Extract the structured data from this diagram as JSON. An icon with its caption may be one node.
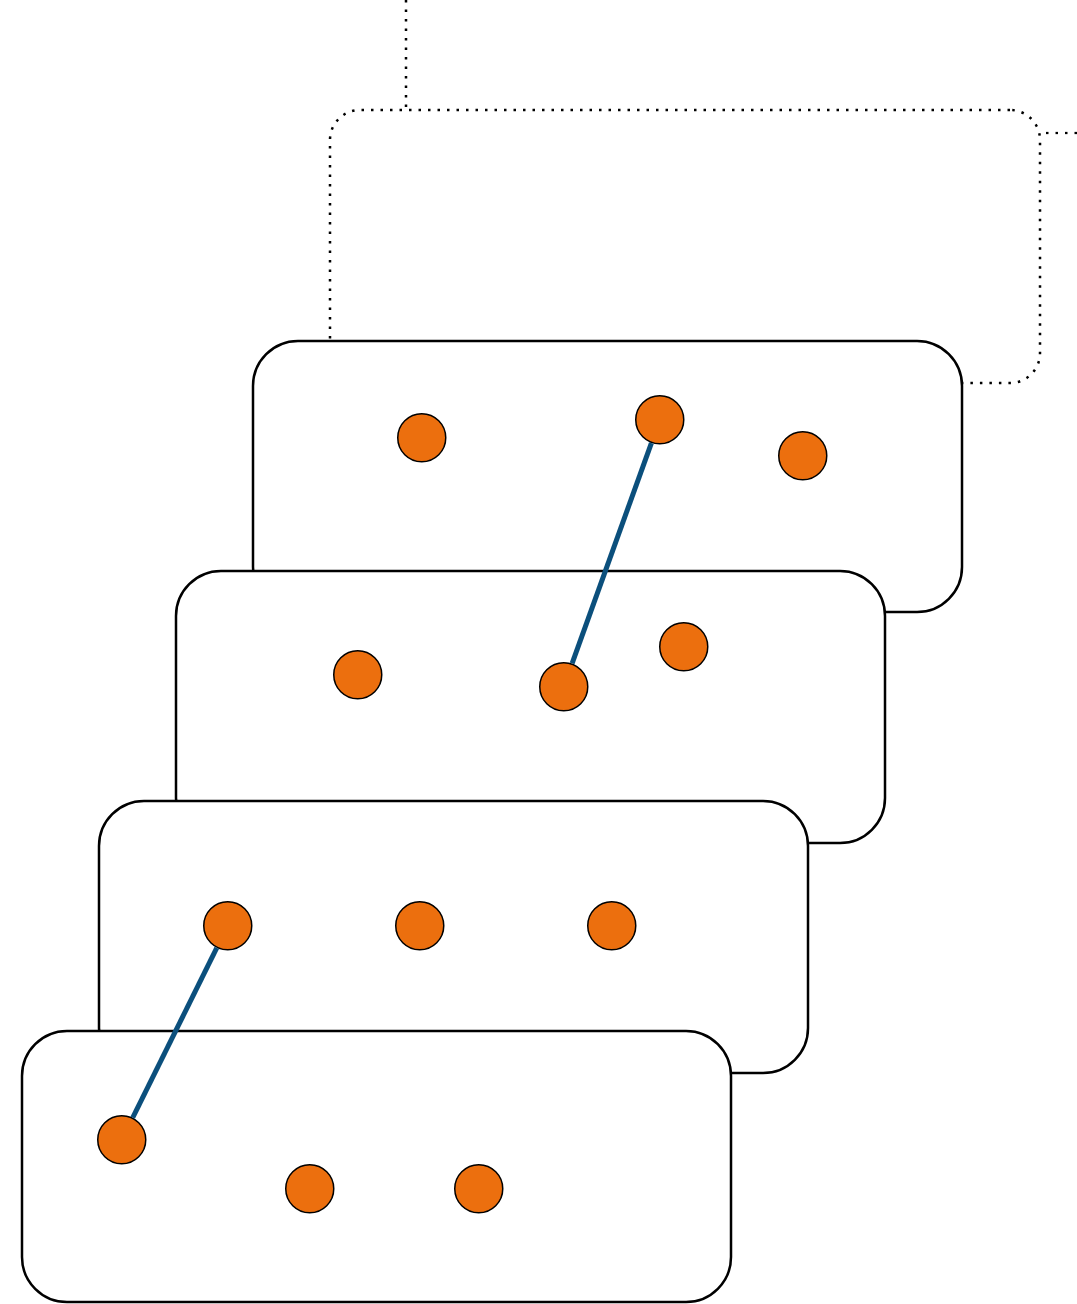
{
  "diagram": {
    "nodes": [
      {
        "text": [],
        "shape": "box"
      },
      {
        "text": [],
        "shape": "box"
      },
      {
        "text": [],
        "shape": "circle",
        "in": 1
      },
      {
        "text": [],
        "shape": "circle",
        "in": 1
      },
      {
        "text": [],
        "shape": "circle",
        "in": 1
      },
      {
        "text": [],
        "shape": "box"
      },
      {
        "text": [],
        "shape": "circle",
        "in": 5
      },
      {
        "text": [],
        "shape": "circle",
        "in": 5
      },
      {
        "text": [],
        "shape": "circle",
        "in": 5
      },
      {
        "text": [],
        "shape": "box"
      },
      {
        "text": [],
        "shape": "circle",
        "in": 9
      },
      {
        "text": [],
        "shape": "circle",
        "in": 9
      },
      {
        "text": [],
        "shape": "circle",
        "in": 9
      },
      {
        "text": [],
        "shape": "box"
      },
      {
        "text": [],
        "shape": "circle",
        "in": 13
      },
      {
        "text": [],
        "shape": "circle",
        "in": 13
      },
      {
        "text": [],
        "shape": "circle",
        "in": 13
      }
    ],
    "edges": [
      {
        "from": null,
        "to": 0,
        "arrow": "none",
        "style": "dashed"
      },
      {
        "from": null,
        "to": 0,
        "arrow": "none",
        "style": "dashed"
      },
      {
        "from": 3,
        "to": 7,
        "arrow": "none",
        "style": "thick",
        "color": "#0b4f7c"
      },
      {
        "from": 10,
        "to": 14,
        "arrow": "none",
        "style": "thick",
        "color": "#0b4f7c"
      }
    ]
  }
}
